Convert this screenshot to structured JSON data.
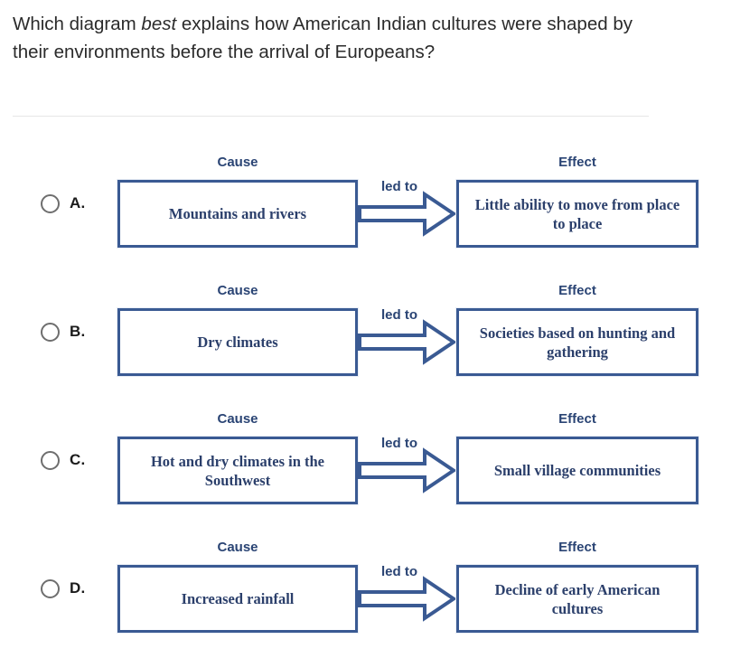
{
  "question": {
    "before_emphasis": "Which diagram ",
    "emphasis": "best",
    "after_emphasis": " explains how American Indian cultures were shaped by their environments before the arrival of Europeans?"
  },
  "colors": {
    "box_border": "#3a5a93",
    "box_fill": "#ffffff",
    "label_blue": "#2a4474",
    "box_text_blue": "#2b3f6b",
    "radio_stroke": "#6e6e6e",
    "divider": "#e6e6e6",
    "page_background": "#ffffff"
  },
  "diagram_labels": {
    "cause": "Cause",
    "effect": "Effect",
    "connector": "led to"
  },
  "icons": {
    "radio": "radio-unselected-icon",
    "arrow": "block-arrow-right-icon"
  },
  "options": [
    {
      "letter": "A.",
      "selected": false,
      "cause": "Mountains and rivers",
      "effect": "Little ability to move from place to place"
    },
    {
      "letter": "B.",
      "selected": false,
      "cause": "Dry climates",
      "effect": "Societies based on hunting and gathering"
    },
    {
      "letter": "C.",
      "selected": false,
      "cause": "Hot and dry climates in the Southwest",
      "effect": "Small village communities"
    },
    {
      "letter": "D.",
      "selected": false,
      "cause": "Increased rainfall",
      "effect": "Decline of early American cultures"
    }
  ]
}
